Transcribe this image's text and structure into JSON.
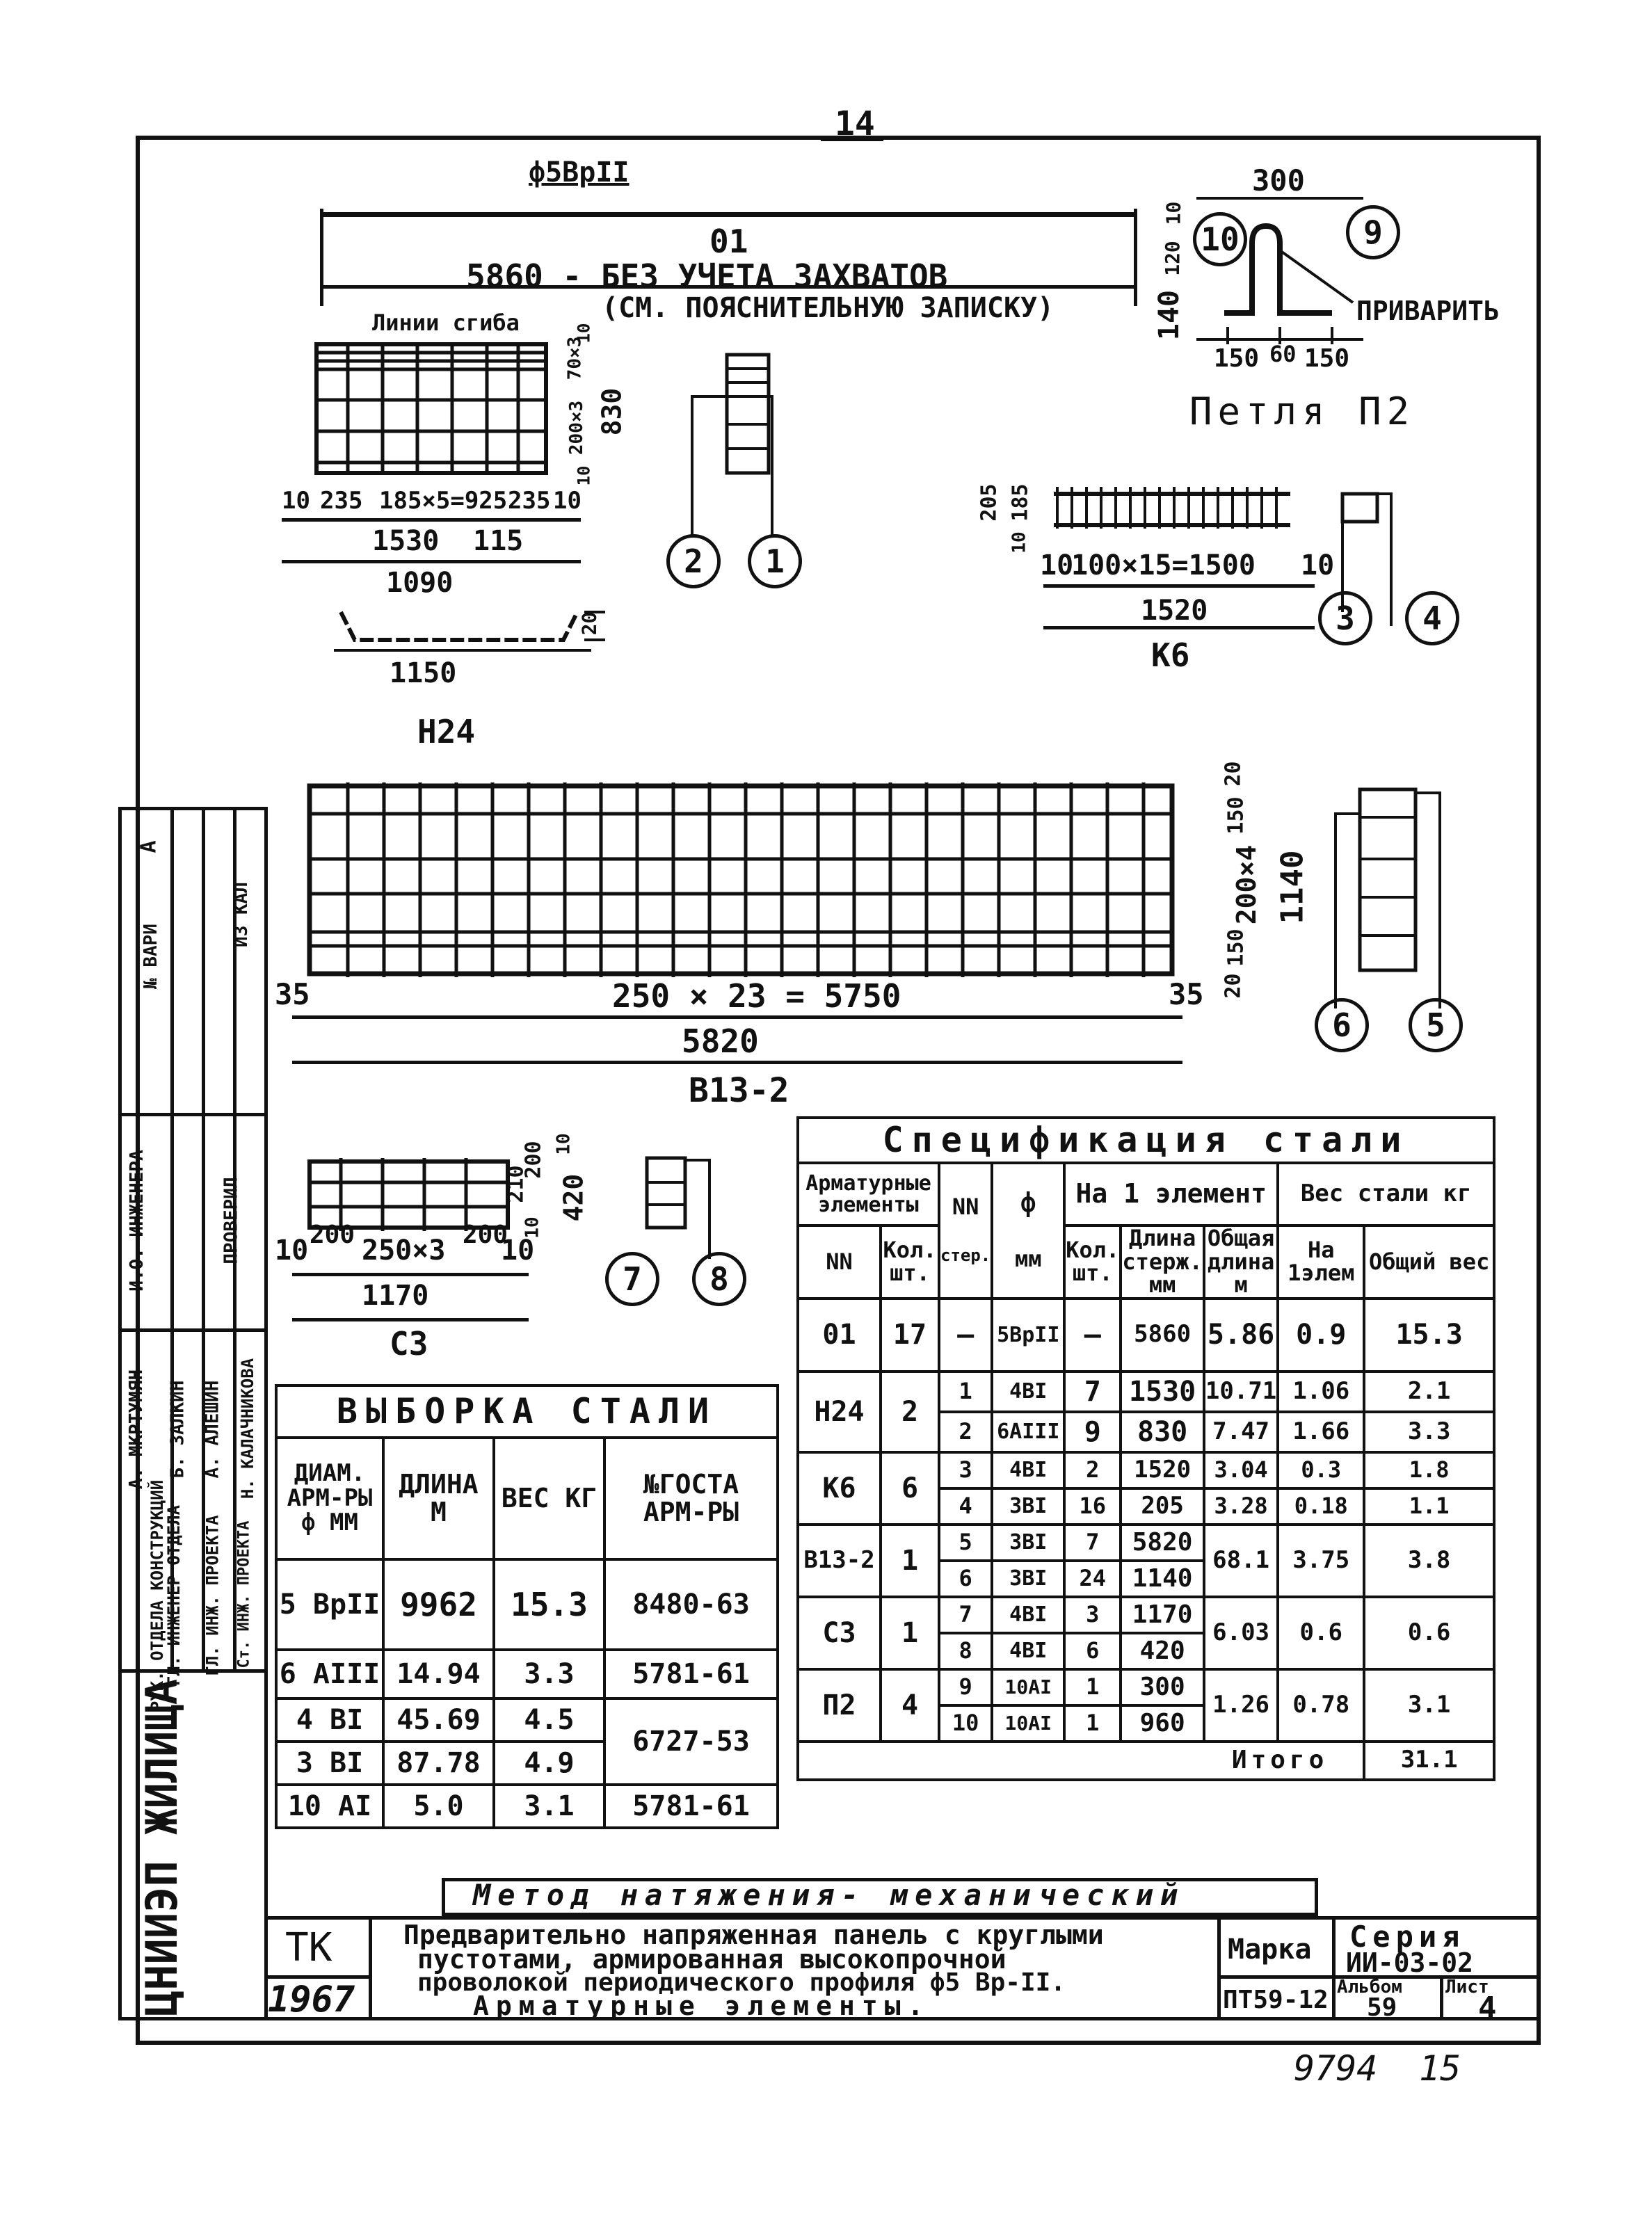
{
  "page_number": "14",
  "stamp_left": {
    "org": "ЦНИИЭП ЖИЛИЩА",
    "roles": [
      "РУК. ОТДЕЛА КОНСТРУКЦИЙ",
      "ГЛ. ИНЖЕНЕР ОТДЕЛА",
      "ГЛ. ИНЖ. ПРОЕКТА",
      "Ст. ИНЖ. ПРОЕКТА"
    ],
    "names": [
      "А. МКРТУМЯН",
      "Б. ЗАЛКИН",
      "А. АЛЕШИН",
      "Н. КАЛАЧНИКОВА"
    ],
    "header_names": "И.О. ИНЖЕНЕРА",
    "header_check": "ПРОВЕРИЛ",
    "col_a": "А",
    "col_b": "№ ВАРИ",
    "col_c": "ИЗ КАЛ"
  },
  "bar01": {
    "dia_label": "ф5ВрII",
    "mark": "01",
    "length_text": "5860 - БЕЗ УЧЕТА ЗАХВАТОВ",
    "note": "(СМ. ПОЯСНИТЕЛЬНУЮ ЗАПИСКУ)",
    "dim_10": "10",
    "dim_120": "120",
    "dim_140": "140"
  },
  "loop_p2": {
    "title": "Петля П2",
    "dim_300": "300",
    "dim_150a": "150",
    "dim_60": "60",
    "dim_150b": "150",
    "weld": "ПРИВАРИТЬ",
    "pos_a": "10",
    "pos_b": "9"
  },
  "mesh_h24": {
    "title": "Н24",
    "bend_lines": "Линии сгиба",
    "dims_bottom": [
      "10",
      "235",
      "185×5=925",
      "235",
      "10"
    ],
    "dim_1530": "1530",
    "dim_115": "115",
    "dim_1090": "1090",
    "dim_1150": "1150",
    "side_dims": [
      "70×3",
      "200×3",
      "830",
      "10",
      "10"
    ],
    "dim_20": "20",
    "pos": [
      "2",
      "1"
    ]
  },
  "frame_k6": {
    "title": "К6",
    "dims": [
      "10",
      "100×15=1500",
      "10"
    ],
    "dim_1520": "1520",
    "side_dims": [
      "205",
      "185",
      "10"
    ],
    "pos": [
      "3",
      "4"
    ]
  },
  "mesh_v13": {
    "title": "В13-2",
    "dim_main": "250 × 23 = 5750",
    "dim_total": "5820",
    "dim_35a": "35",
    "dim_35b": "35",
    "side_dims": [
      "20",
      "150",
      "200×4",
      "1140",
      "150",
      "20"
    ],
    "pos": [
      "6",
      "5"
    ]
  },
  "mesh_c3": {
    "title": "С3",
    "dims": [
      "10",
      "200",
      "250×3",
      "200",
      "10"
    ],
    "dim_1170": "1170",
    "side_dims": [
      "10",
      "200",
      "210",
      "420",
      "10"
    ],
    "pos": [
      "7",
      "8"
    ]
  },
  "selection": {
    "title": "ВЫБОРКА СТАЛИ",
    "headers": [
      "ДИАМ. АРМ-РЫ ф ММ",
      "ДЛИНА М",
      "ВЕС КГ",
      "№ГОСТА АРМ-РЫ"
    ],
    "rows": [
      [
        "5 ВрII",
        "9962",
        "15.3",
        "8480-63"
      ],
      [
        "6 АIII",
        "14.94",
        "3.3",
        "5781-61"
      ],
      [
        "4 ВI",
        "45.69",
        "4.5",
        "6727-53"
      ],
      [
        "3 ВI",
        "87.78",
        "4.9",
        ""
      ],
      [
        "10 АI",
        "5.0",
        "3.1",
        "5781-61"
      ]
    ]
  },
  "spec": {
    "title": "Спецификация стали",
    "h_elements": "Арматурные элементы",
    "h_nn": "NN",
    "h_dia": "ф",
    "h_per_el": "На 1 элемент",
    "h_weight": "Вес стали кг",
    "h_el_nn": "NN",
    "h_el_qty": "Кол. шт.",
    "h_rod": "стер.",
    "h_mm": "мм",
    "h_qty": "Кол. шт.",
    "h_len": "Длина стерж. мм",
    "h_total": "Общая длина м",
    "h_w1": "На 1элем",
    "h_w2": "Общий вес",
    "rows": [
      {
        "el": "01",
        "n": "17",
        "pos": "—",
        "dia": "5ВрII",
        "qty": "—",
        "len": "5860",
        "tot": "5.86",
        "w1": "0.9",
        "w2": "15.3"
      },
      {
        "el": "Н24",
        "n": "2",
        "pos": "1",
        "dia": "4ВI",
        "qty": "7",
        "len": "1530",
        "tot": "10.71",
        "w1": "1.06",
        "w2": "2.1"
      },
      {
        "el": "",
        "n": "",
        "pos": "2",
        "dia": "6АIII",
        "qty": "9",
        "len": "830",
        "tot": "7.47",
        "w1": "1.66",
        "w2": "3.3"
      },
      {
        "el": "К6",
        "n": "6",
        "pos": "3",
        "dia": "4ВI",
        "qty": "2",
        "len": "1520",
        "tot": "3.04",
        "w1": "0.3",
        "w2": "1.8"
      },
      {
        "el": "",
        "n": "",
        "pos": "4",
        "dia": "3ВI",
        "qty": "16",
        "len": "205",
        "tot": "3.28",
        "w1": "0.18",
        "w2": "1.1"
      },
      {
        "el": "В13-2",
        "n": "1",
        "pos": "5",
        "dia": "3ВI",
        "qty": "7",
        "len": "5820",
        "tot": "68.1",
        "w1": "3.75",
        "w2": "3.8"
      },
      {
        "el": "",
        "n": "",
        "pos": "6",
        "dia": "3ВI",
        "qty": "24",
        "len": "1140",
        "tot": "",
        "w1": "",
        "w2": ""
      },
      {
        "el": "С3",
        "n": "1",
        "pos": "7",
        "dia": "4ВI",
        "qty": "3",
        "len": "1170",
        "tot": "6.03",
        "w1": "0.6",
        "w2": "0.6"
      },
      {
        "el": "",
        "n": "",
        "pos": "8",
        "dia": "4ВI",
        "qty": "6",
        "len": "420",
        "tot": "",
        "w1": "",
        "w2": ""
      },
      {
        "el": "П2",
        "n": "4",
        "pos": "9",
        "dia": "10АI",
        "qty": "1",
        "len": "300",
        "tot": "1.26",
        "w1": "0.78",
        "w2": "3.1"
      },
      {
        "el": "",
        "n": "",
        "pos": "10",
        "dia": "10АI",
        "qty": "1",
        "len": "960",
        "tot": "",
        "w1": "",
        "w2": ""
      }
    ],
    "total_label": "Итого",
    "total_value": "31.1"
  },
  "method": "Метод натяжения- механический",
  "title_block": {
    "tk": "ТК",
    "year": "1967",
    "description_1": "Предварительно напряженная панель с круглыми",
    "description_2": "пустотами, армированная высокопрочной",
    "description_3": "проволокой периодического профиля ф5 Вр-II.",
    "description_4": "Арматурные элементы.",
    "mark_label": "Марка",
    "mark_value": "ПТ59-12",
    "series_label": "Серия",
    "series_value": "ИИ-03-02",
    "album_label": "Альбом",
    "album_value": "59",
    "sheet_label": "Лист",
    "sheet_value": "4"
  },
  "footer_hand": [
    "9794",
    "15"
  ]
}
